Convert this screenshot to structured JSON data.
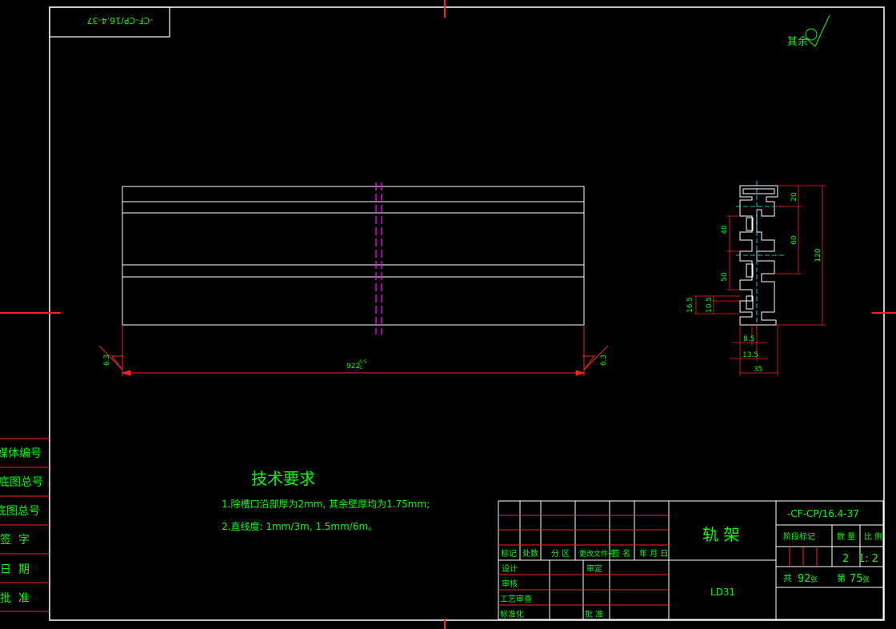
{
  "colors": {
    "background": "#000000",
    "border": "#ffffff",
    "text": "#00ff00",
    "dimension": "#ff2020",
    "centerline": "#ff00ff",
    "center_axis": "#00ffff",
    "surface_mark": "#00ff00"
  },
  "drawing_code": "-CF-CP/16.4-37",
  "drawing_code_inverted": "-CF-CP/16.4-37",
  "surface_finish_note": "其余",
  "side_labels": [
    "媒体编号",
    "旧底图总号",
    "底图总号",
    "签  字",
    "日  期",
    "批  准"
  ],
  "dimensions": {
    "length": "922",
    "length_tol_upper": "-0.5",
    "length_tol_lower": "-1",
    "roughness_left": "6.3",
    "roughness_right": "6.3",
    "profile": [
      "20",
      "60",
      "120",
      "40",
      "50",
      "16.5",
      "10.5",
      "8.5",
      "13.5",
      "35"
    ]
  },
  "technical_requirements": {
    "title": "技术要求",
    "items": [
      "1.除槽口沿部厚为2mm, 其余壁厚均为1.75mm;",
      "2.直线度: 1mm/3m, 1.5mm/6m。"
    ]
  },
  "title_block": {
    "part_name": "轨 架",
    "part_number": "LD31",
    "drawing_code": "-CF-CP/16.4-37",
    "revision_headers": [
      "标记",
      "处数",
      "分 区",
      "更改文件号",
      "签 名",
      "年 月 日"
    ],
    "roles": [
      "设计",
      "审核",
      "工艺审查",
      "标准化"
    ],
    "roles_right": [
      "审定",
      "批 准"
    ],
    "stage_headers": [
      "阶段标记",
      "数 量",
      "比 例"
    ],
    "quantity": "2",
    "scale": "1: 2",
    "sheets_total_label": "共",
    "sheets_total": "92",
    "sheets_total_unit": "张",
    "sheet_no_label": "第",
    "sheet_no": "75",
    "sheet_no_unit": "张"
  }
}
